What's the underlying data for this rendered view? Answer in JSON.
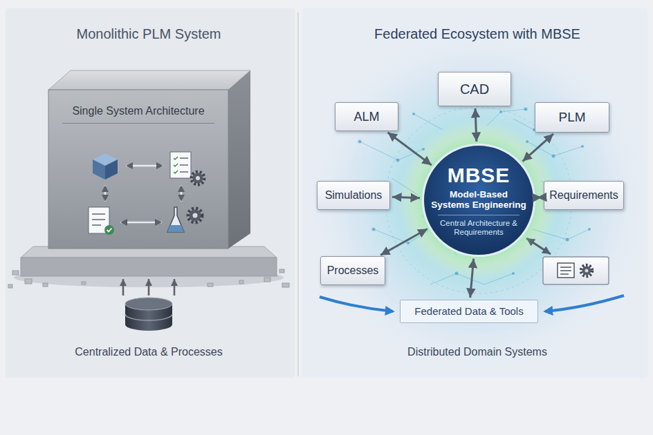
{
  "diagram": {
    "nodes": [
      {
        "text": [
          "Single System Architecture"
        ]
      },
      {
        "text": [
          "CAD"
        ]
      },
      {
        "text": [
          "ALM"
        ]
      },
      {
        "text": [
          "PLM"
        ]
      },
      {
        "text": [
          "MBSE",
          "Model-Based Systems Engineering",
          "Central Architecture & Requirements"
        ]
      },
      {
        "text": [
          "Simulations"
        ]
      },
      {
        "text": [
          "Requirements"
        ]
      },
      {
        "text": [
          "Processes"
        ]
      },
      {
        "text": [
          "Federated Data & Tools"
        ]
      }
    ],
    "edges": [
      {
        "from": 1,
        "to": 4,
        "arrow": "both"
      },
      {
        "from": 2,
        "to": 4,
        "arrow": "both"
      },
      {
        "from": 3,
        "to": 4,
        "arrow": "both"
      },
      {
        "from": 5,
        "to": 4,
        "arrow": "both"
      },
      {
        "from": 6,
        "to": 4,
        "arrow": "both"
      },
      {
        "from": 7,
        "to": 4,
        "arrow": "both"
      },
      {
        "from": 4,
        "to": 8,
        "arrow": "both"
      }
    ],
    "labels": [
      "Monolithic PLM System",
      "Federated Ecosystem with MBSE",
      "Centralized Data & Processes",
      "Distributed Domain Systems"
    ]
  }
}
